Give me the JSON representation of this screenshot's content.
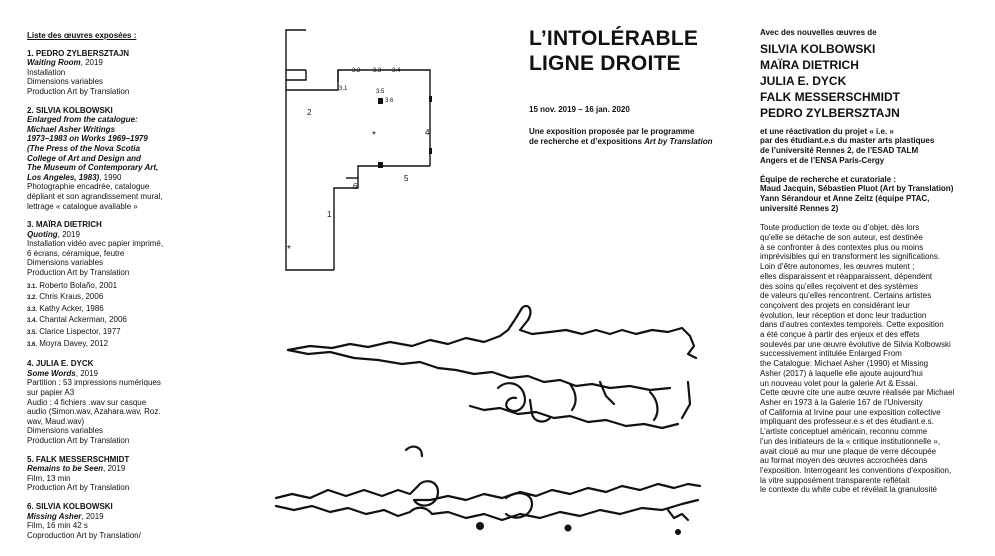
{
  "works_list": {
    "title": "Liste des œuvres exposées :",
    "works": [
      {
        "head": "1. PEDRO ZYLBERSZTAJN",
        "subtitle": "Waiting Room",
        "year": ", 2019",
        "details": "Installation\nDimensions variables\nProduction Art by Translation"
      },
      {
        "head": "2. SILVIA KOLBOWSKI",
        "subtitle": "Enlarged from the catalogue:\nMichael Asher Writings\n1973–1983 on Works 1969–1979\n(The Press of the Nova Scotia\nCollege of Art and Design and\nThe Museum of Contemporary Art,\nLos Angeles, 1983)",
        "year": ", 1990",
        "details": "Photographie encadrée, catalogue\ndépliant et son agrandissement mural,\nlettrage « catalogue available »"
      },
      {
        "head": "3. MAÏRA DIETRICH",
        "subtitle": "Quoting",
        "year": ", 2019",
        "details": "Installation vidéo avec papier imprimé,\n6 écrans, céramique, feutre\nDimensions variables\nProduction Art by Translation",
        "subitems": [
          {
            "num": "3.1.",
            "text": "Roberto Bolaño, 2001"
          },
          {
            "num": "3.2.",
            "text": "Chris Kraus, 2006"
          },
          {
            "num": "3.3.",
            "text": "Kathy Acker, 1986"
          },
          {
            "num": "3.4.",
            "text": "Chantal Ackerman, 2006"
          },
          {
            "num": "3.5.",
            "text": "Clarice Lispector, 1977"
          },
          {
            "num": "3.6.",
            "text": "Moyra Davey, 2012"
          }
        ]
      },
      {
        "head": "4. JULIA E. DYCK",
        "subtitle": "Some Words",
        "year": ", 2019",
        "details": "Partition : 53 impressions numériques\nsur papier A3\nAudio : 4 fichiers .wav sur casque\naudio (Simon.wav, Azahara.wav, Roz.\nwav, Maud.wav)\nDimensions variables\nProduction Art by Translation"
      },
      {
        "head": "5. FALK MESSERSCHMIDT",
        "subtitle": "Remains to be Seen",
        "year": ", 2019",
        "details": "Film, 13 min\nProduction Art by Translation"
      },
      {
        "head": "6. SILVIA KOLBOWSKI",
        "subtitle": "Missing Asher",
        "year": ", 2019",
        "details": "Film, 16 min 42 s\nCoproduction Art by Translation/"
      }
    ]
  },
  "floor_plan": {
    "labels": [
      "3.2",
      "3.3",
      "3.4",
      "3.1",
      "2",
      "3.5",
      "3.6",
      "*",
      "4",
      "5",
      "6",
      "1",
      "*"
    ]
  },
  "header": {
    "title": "L’INTOLÉRABLE\nLIGNE DROITE",
    "dates": "15 nov. 2019 – 16 jan. 2020",
    "program_text": "Une exposition proposée par le programme\nde recherche et d’expositions ",
    "program_italic": "Art by Translation"
  },
  "right_column": {
    "intro": "Avec des nouvelles œuvres de",
    "artists": [
      "SILVIA KOLBOWSKI",
      "MAÏRA DIETRICH",
      "JULIA E. DYCK",
      "FALK MESSERSCHMIDT",
      "PEDRO ZYLBERSZTAJN"
    ],
    "reactivation": "et une réactivation du projet « i.e. »\npar des étudiant.e.s du master arts plastiques\nde l’université Rennes 2, de l’ESAD TALM\nAngers et de l’ENSA Paris-Cergy",
    "team_heading": "Équipe de recherche et curatoriale :",
    "team": "Maud Jacquin, Sébastien Pluot (Art by Translation)\nYann Sérandour et Anne Zeitz (équipe PTAC,\nuniversité Rennes 2)",
    "body": "Toute production de texte ou d’objet, dès lors\nqu’elle se détache de son auteur, est destinée\nà se confronter à des contextes plus ou moins\nimprévisibles qui en transforment les significations.\nLoin d’être autonomes, les œuvres mutent ;\nelles disparaissent et réapparaissent, dépendent\ndes soins qu’elles reçoivent et des systèmes\nde valeurs qu’elles rencontrent. Certains artistes\nconçoivent des projets en considérant leur\névolution, leur réception et donc leur traduction\ndans d’autres contextes temporels. Cette exposition\na été conçue à partir des enjeux et des effets\nsoulevés par une œuvre évolutive de Silvia Kolbowski\nsuccessivement intitulée Enlarged From\nthe Catalogue: Michael Asher (1990) et Missing\nAsher (2017) à laquelle elle ajoute aujourd’hui\nun nouveau volet pour la galerie Art & Essai.\nCette œuvre cite une autre œuvre réalisée par Michael\n Asher en 1973 à la Galerie 167 de l’University\nof California at Irvine pour une exposition collective\nimpliquant des professeur.e.s et des étudiant.e.s.\nL’artiste conceptuel américain, reconnu comme\nl’un des initiateurs de la « critique institutionnelle »,\navait cloué au mur une plaque de verre découpée\nau format moyen des œuvres accrochées dans\nl’exposition. Interrogeant les conventions d’exposition,\nla vitre supposément transparente reflétait\nle contexte du white cube et révélait la granulosité"
  }
}
